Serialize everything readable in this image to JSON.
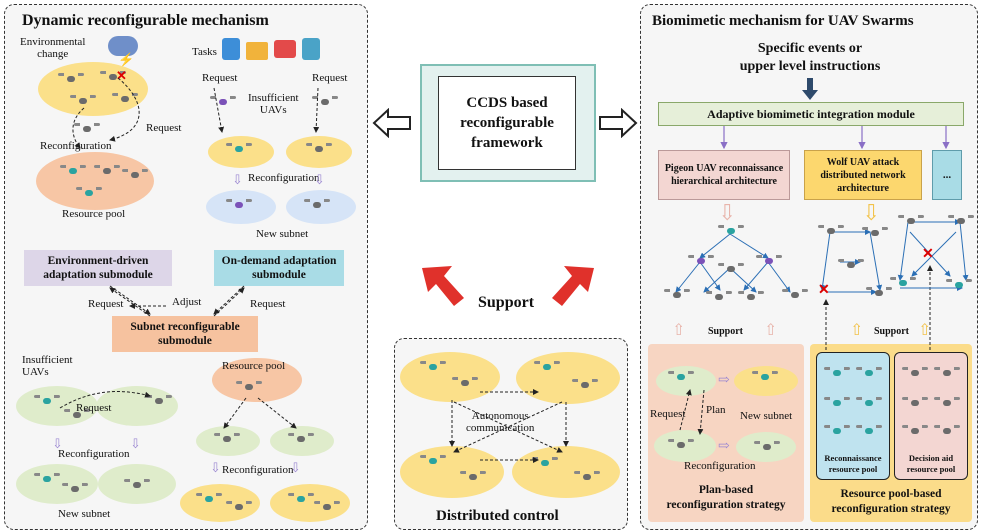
{
  "left_panel": {
    "title": "Dynamic reconfigurable mechanism",
    "environmental_change": "Environmental\nchange",
    "tasks": "Tasks",
    "request_1": "Request",
    "request_2": "Request",
    "insufficient_uavs_top": "Insufficient\nUAVs",
    "request_mid": "Request",
    "reconfiguration_left": "Reconfiguration",
    "resource_pool_top": "Resource pool",
    "reconfiguration_right": "Reconfiguration",
    "new_subnet_top": "New subnet",
    "env_module": "Environment-driven\nadaptation submodule",
    "ondemand_module": "On-demand adaptation\nsubmodule",
    "request_l": "Request",
    "adjust": "Adjust",
    "request_r": "Request",
    "subnet_module": "Subnet reconfigurable\nsubmodule",
    "insufficient_uavs_bottom": "Insufficient\nUAVs",
    "request_bottom": "Request",
    "reconfiguration_bottom_left": "Reconfiguration",
    "new_subnet_bottom": "New subnet",
    "resource_pool_bottom": "Resource pool",
    "reconfiguration_bottom_right": "Reconfiguration"
  },
  "center": {
    "framework": "CCDS based\nreconfigurable\nframework",
    "support": "Support",
    "autonomous": "Autonomous\ncommunication",
    "distributed": "Distributed control"
  },
  "right_panel": {
    "title": "Biomimetic mechanism for UAV Swarms",
    "events": "Specific events or\nupper level instructions",
    "integration": "Adaptive biomimetic integration module",
    "pigeon": "Pigeon UAV reconnaissance\nhierarchical architecture",
    "wolf": "Wolf UAV attack\ndistributed network\narchitecture",
    "more": "...",
    "support_left": "Support",
    "support_right": "Support",
    "request": "Request",
    "plan": "Plan",
    "new_subnet": "New subnet",
    "reconfiguration": "Reconfiguration",
    "plan_strategy": "Plan-based\nreconfiguration strategy",
    "recon_pool": "Reconnaissance\nresource pool",
    "decision_pool": "Decision aid\nresource pool",
    "pool_strategy": "Resource pool-based\nreconfiguration strategy"
  },
  "colors": {
    "yellow": "#fbe08a",
    "orange": "#f7c6a5",
    "green": "#dfeccb",
    "blue": "#d6e4f7",
    "purple_box": "#ddd6e8",
    "cyan_box": "#a9dce6",
    "arrow_red": "#e0312b"
  }
}
